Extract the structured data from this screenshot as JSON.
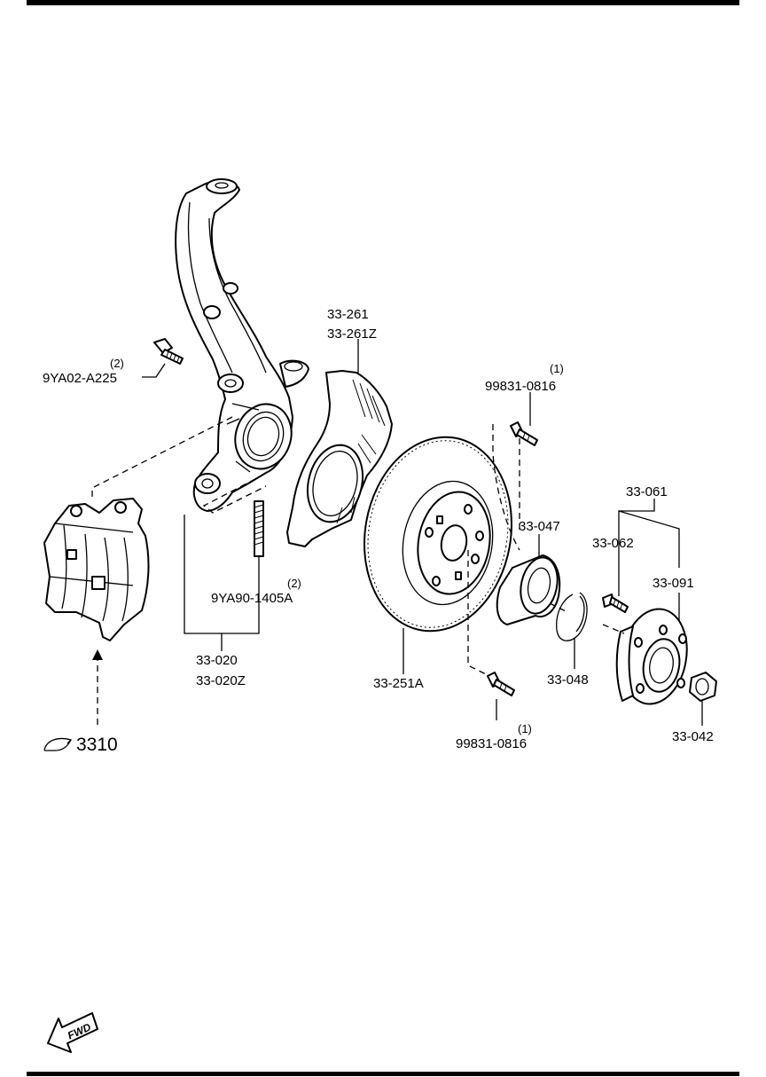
{
  "labels": {
    "knuckle_bolt_qty": "(2)",
    "knuckle_bolt": "9YA02-A225",
    "dust_cover_1": "33-261",
    "dust_cover_2": "33-261Z",
    "screw_top_qty": "(1)",
    "screw_top": "99831-0816",
    "stud_qty": "(2)",
    "stud": "9YA90-1405A",
    "knuckle_1": "33-020",
    "knuckle_2": "33-020Z",
    "caliper_ref": "3310",
    "disc": "33-251A",
    "bearing": "33-047",
    "hub_assy": "33-061",
    "hub_bolt": "33-062",
    "hub": "33-091",
    "snap_ring": "33-048",
    "screw_bottom_qty": "(1)",
    "screw_bottom": "99831-0816",
    "nut": "33-042",
    "fwd": "FWD"
  },
  "icons": [
    "reference-arrow-icon",
    "fwd-arrow-icon"
  ],
  "colors": {
    "line": "#000000",
    "background": "#ffffff"
  }
}
